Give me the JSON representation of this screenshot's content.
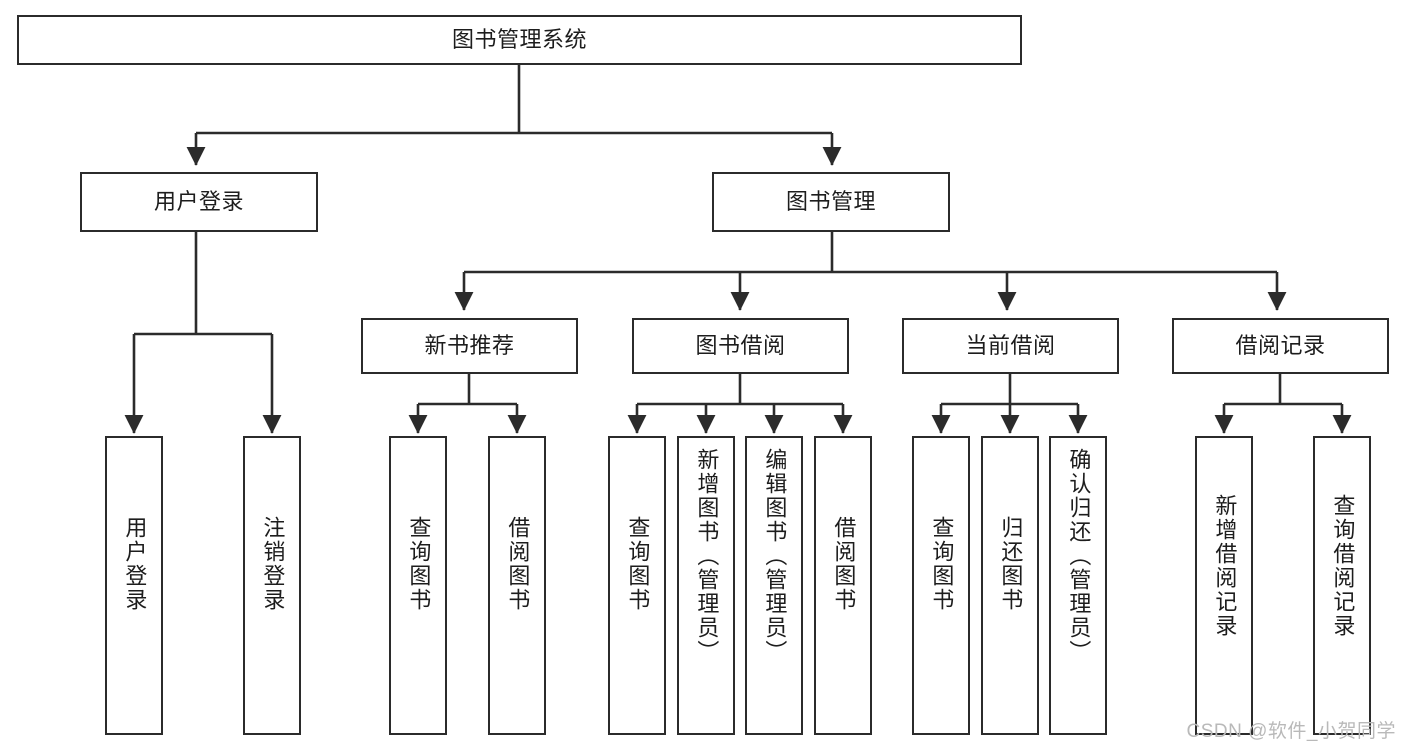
{
  "diagram": {
    "type": "tree-hierarchy",
    "title": "图书管理系统",
    "root": {
      "id": "root",
      "label": "图书管理系统",
      "level": 0
    },
    "level1": [
      {
        "id": "user-login",
        "label": "用户登录"
      },
      {
        "id": "book-management",
        "label": "图书管理"
      }
    ],
    "level2": [
      {
        "id": "new-book-recommend",
        "label": "新书推荐",
        "parent": "book-management"
      },
      {
        "id": "book-borrow",
        "label": "图书借阅",
        "parent": "book-management"
      },
      {
        "id": "current-borrow",
        "label": "当前借阅",
        "parent": "book-management"
      },
      {
        "id": "borrow-record",
        "label": "借阅记录",
        "parent": "book-management"
      }
    ],
    "leaves": {
      "user_login": [
        {
          "id": "leaf-user-login",
          "label": "用户登录"
        },
        {
          "id": "leaf-user-logout",
          "label": "注销登录"
        }
      ],
      "new_book_recommend": [
        {
          "id": "leaf-query-book-1",
          "label": "查询图书"
        },
        {
          "id": "leaf-borrow-book-1",
          "label": "借阅图书"
        }
      ],
      "book_borrow": [
        {
          "id": "leaf-query-book-2",
          "label": "查询图书"
        },
        {
          "id": "leaf-add-book",
          "label": "新增图书（管理员）"
        },
        {
          "id": "leaf-edit-book",
          "label": "编辑图书（管理员）"
        },
        {
          "id": "leaf-borrow-book-2",
          "label": "借阅图书"
        }
      ],
      "current_borrow": [
        {
          "id": "leaf-query-book-3",
          "label": "查询图书"
        },
        {
          "id": "leaf-return-book",
          "label": "归还图书"
        },
        {
          "id": "leaf-confirm-return",
          "label": "确认归还（管理员）"
        }
      ],
      "borrow_record": [
        {
          "id": "leaf-add-record",
          "label": "新增借阅记录"
        },
        {
          "id": "leaf-query-record",
          "label": "查询借阅记录"
        }
      ]
    },
    "style": {
      "stroke": "#2b2b2b",
      "fill": "#ffffff",
      "text": "#1d1d1d",
      "watermark_color": "#b9b9b9"
    }
  },
  "watermark": {
    "text": "CSDN @软件_小贺同学"
  }
}
